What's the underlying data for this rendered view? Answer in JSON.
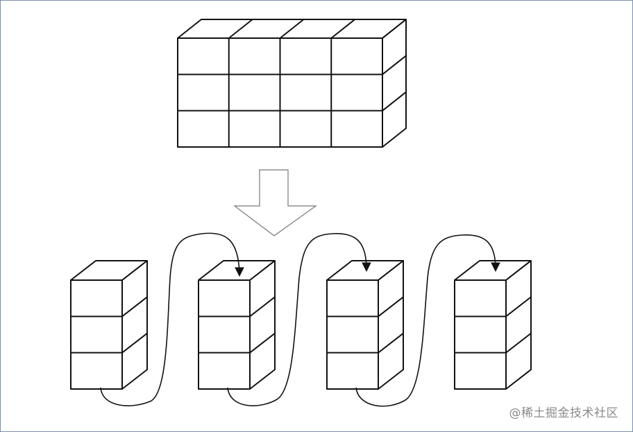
{
  "diagram": {
    "top_block": {
      "columns": 4,
      "rows": 3
    },
    "stacks": {
      "count": 4,
      "rows": 3
    },
    "colors": {
      "line": "#111111",
      "arrow_outline": "#777777",
      "frame": "#7a8fb0"
    },
    "icons": [
      "down-arrow-icon",
      "arrowhead-icon"
    ]
  },
  "watermark": {
    "text": "@稀土掘金技术社区"
  }
}
